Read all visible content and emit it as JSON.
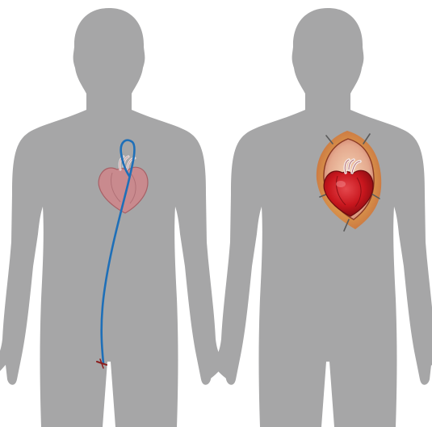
{
  "colors": {
    "background": "#ffffff",
    "silhouette": "#a6a6a7",
    "catheter": "#1e6fb8",
    "heart_pale": "#c98a8e",
    "heart_red": "#c8161d",
    "incision_glow": "#e8a24a",
    "skin_edge": "#6b2a1e"
  },
  "figures": [
    {
      "key": "left",
      "procedure": "catheter",
      "icons": [
        "body-silhouette-icon",
        "heart-icon",
        "catheter-icon"
      ]
    },
    {
      "key": "right",
      "procedure": "open-chest",
      "icons": [
        "body-silhouette-icon",
        "heart-icon",
        "incision-icon"
      ]
    }
  ]
}
